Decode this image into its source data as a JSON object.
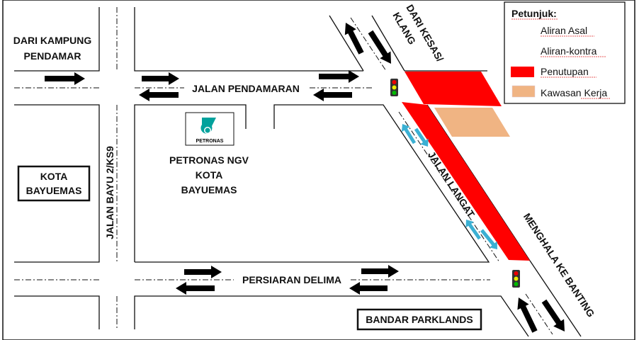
{
  "labels": {
    "from_kampung": [
      "DARI KAMPUNG",
      "PENDAMAR"
    ],
    "jalan_pendamaran": "JALAN PENDAMARAN",
    "from_kesas": [
      "DARI KESAS/",
      "KLANG"
    ],
    "kota_bayuemas": [
      "KOTA",
      "BAYUEMAS"
    ],
    "jalan_bayu": "JALAN BAYU 2/KS9",
    "petronas_station": [
      "PETRONAS NGV",
      "KOTA",
      "BAYUEMAS"
    ],
    "petronas_logo_text": "PETRONAS",
    "jalan_langat": "JALAN LANGAT",
    "to_banting": "MENGHALA KE BANTING",
    "persiaran_delima": "PERSIARAN DELIMA",
    "bandar_parklands": "BANDAR PARKLANDS"
  },
  "legend": {
    "title": "Petunjuk:",
    "items": [
      {
        "label": "Aliran Asal",
        "icon": "black-arrow-icon"
      },
      {
        "label": "Aliran-kontra",
        "icon": "blue-arrow-icon"
      },
      {
        "label": "Penutupan",
        "icon": "red-swatch"
      },
      {
        "label": "Kawasan Kerja",
        "icon": "orange-swatch"
      }
    ]
  },
  "colors": {
    "normal_flow": "#000000",
    "contra_flow": "#3bb0d3",
    "closure": "#ff0000",
    "work_zone": "#f0b483",
    "petronas": "#00a19c"
  }
}
